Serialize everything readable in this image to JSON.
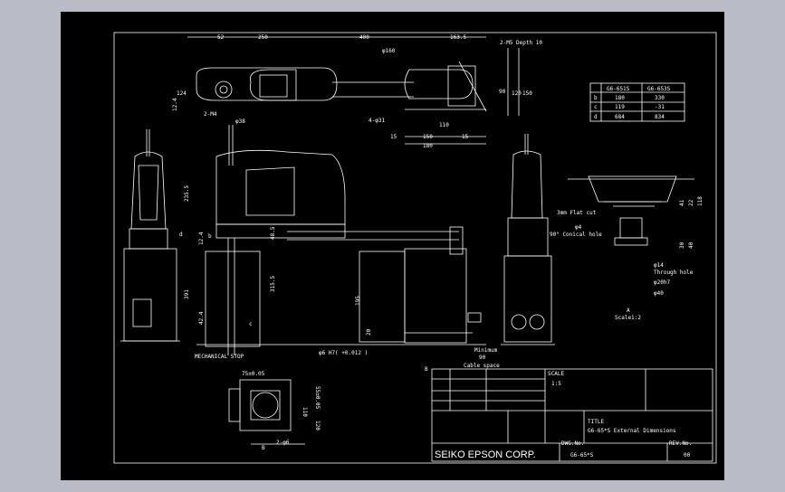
{
  "title_block": {
    "scale_label": "SCALE",
    "scale_value": "1:5",
    "title_label": "TITLE",
    "title_value": "G6-65*S External Dimensions",
    "company": "SEIKO EPSON CORP.",
    "dwg_label": "DWG.No.",
    "dwg_value": "G6-65*S",
    "rev_label": "REV.No.",
    "rev_value": "00"
  },
  "spec_table": {
    "headers": [
      "",
      "G6-651S",
      "G6-653S"
    ],
    "rows": [
      [
        "b",
        "180",
        "330"
      ],
      [
        "c",
        "119",
        "-31"
      ],
      [
        "d",
        "684",
        "834"
      ]
    ]
  },
  "top_view": {
    "dims": [
      "52",
      "250",
      "400",
      "163.5",
      "2-M5 Depth 10",
      "φ160",
      "124",
      "4-φ31",
      "110",
      "150",
      "180",
      "15",
      "15",
      "90",
      "120",
      "150"
    ]
  },
  "side_view": {
    "dims": [
      "2-M4",
      "φ38",
      "12.4",
      "235.5",
      "12.4",
      "391",
      "42.4",
      "d",
      "b",
      "c",
      "315.5",
      "48.5",
      "195",
      "20"
    ],
    "mechanical_stop": "MECHANICAL STOP",
    "shaft_label": "φ6 H7( +0.012 )",
    "cable_label": "Minimum",
    "cable_value": "90",
    "cable_space": "Cable space",
    "section_mark": "B"
  },
  "detail_view": {
    "flat_cut": "3mm Flat cut",
    "phi4": "φ4",
    "conical_hole": "90° Conical hole",
    "phi14": "φ14",
    "through_hole": "Through hole",
    "phi20h7": "φ20h7",
    "phi40": "φ40",
    "scale_label": "A",
    "scale_value": "Scale1:2",
    "side_dims": [
      "41",
      "22",
      "118",
      "30",
      "40"
    ]
  },
  "base_view": {
    "dims": [
      "75±0.05",
      "55±0.05",
      "110",
      "120",
      "2-φ6"
    ],
    "section_mark": "B"
  }
}
